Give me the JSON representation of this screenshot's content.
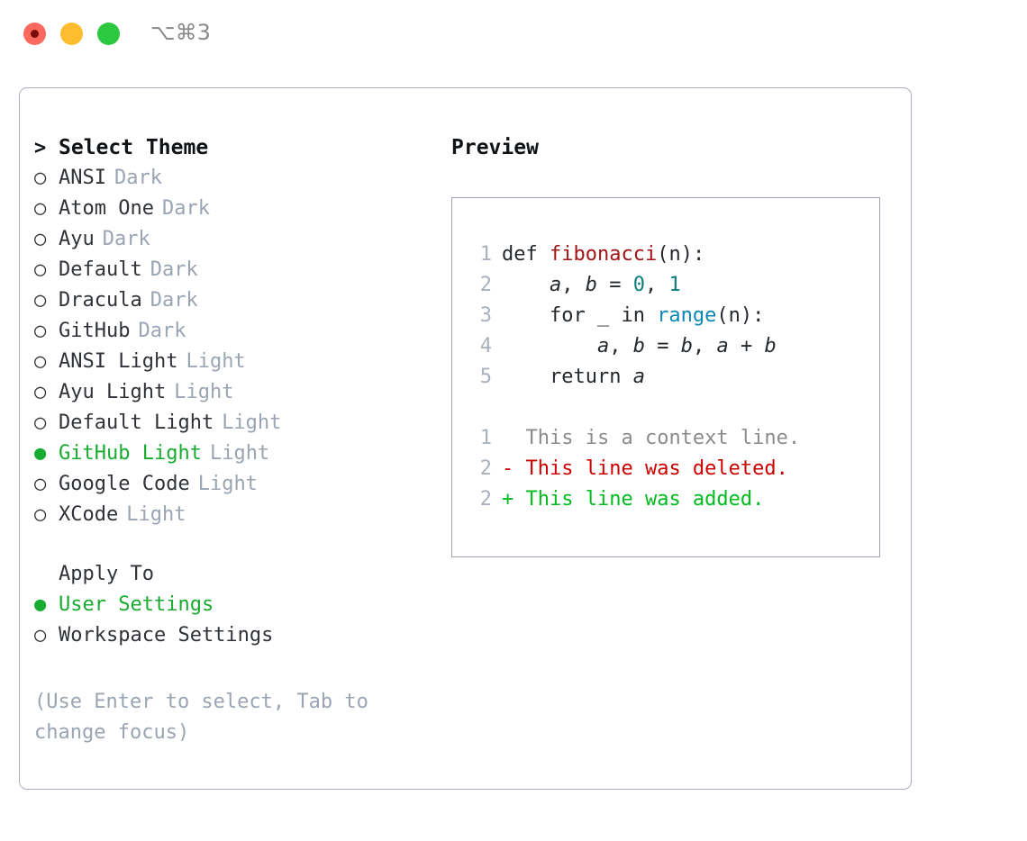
{
  "window": {
    "shortcut": "⌥⌘3",
    "traffic_lights": [
      "close-red",
      "minimize-yellow",
      "maximize-green"
    ],
    "colors": {
      "red": "#fc6a5f",
      "yellow": "#fdbd2e",
      "green": "#2bc840",
      "accent_green": "#17ab30",
      "muted": "#9aa4b2",
      "border": "#aab2bf"
    }
  },
  "theme_picker": {
    "header_marker": ">",
    "header": "Select Theme",
    "items": [
      {
        "marker": "○",
        "label": "ANSI",
        "tag": "Dark",
        "selected": false
      },
      {
        "marker": "○",
        "label": "Atom One",
        "tag": "Dark",
        "selected": false
      },
      {
        "marker": "○",
        "label": "Ayu",
        "tag": "Dark",
        "selected": false
      },
      {
        "marker": "○",
        "label": "Default",
        "tag": "Dark",
        "selected": false
      },
      {
        "marker": "○",
        "label": "Dracula",
        "tag": "Dark",
        "selected": false
      },
      {
        "marker": "○",
        "label": "GitHub",
        "tag": "Dark",
        "selected": false
      },
      {
        "marker": "○",
        "label": "ANSI Light",
        "tag": "Light",
        "selected": false
      },
      {
        "marker": "○",
        "label": "Ayu Light",
        "tag": "Light",
        "selected": false
      },
      {
        "marker": "○",
        "label": "Default Light",
        "tag": "Light",
        "selected": false
      },
      {
        "marker": "●",
        "label": "GitHub Light",
        "tag": "Light",
        "selected": true
      },
      {
        "marker": "○",
        "label": "Google Code",
        "tag": "Light",
        "selected": false
      },
      {
        "marker": "○",
        "label": "XCode",
        "tag": "Light",
        "selected": false
      }
    ]
  },
  "apply_to": {
    "header": "Apply To",
    "options": [
      {
        "marker": "●",
        "label": "User Settings",
        "selected": true
      },
      {
        "marker": "○",
        "label": "Workspace Settings",
        "selected": false
      }
    ]
  },
  "hint": "(Use Enter to select, Tab to change focus)",
  "preview": {
    "title": "Preview",
    "code_lines": [
      {
        "number": "1",
        "tokens": [
          {
            "text": "def ",
            "style": "plain"
          },
          {
            "text": "fibonacci",
            "style": "func"
          },
          {
            "text": "(n):",
            "style": "plain"
          }
        ]
      },
      {
        "number": "2",
        "tokens": [
          {
            "text": "    ",
            "style": "plain"
          },
          {
            "text": "a",
            "style": "var"
          },
          {
            "text": ", ",
            "style": "plain"
          },
          {
            "text": "b",
            "style": "var"
          },
          {
            "text": " = ",
            "style": "plain"
          },
          {
            "text": "0",
            "style": "num"
          },
          {
            "text": ", ",
            "style": "plain"
          },
          {
            "text": "1",
            "style": "num"
          }
        ]
      },
      {
        "number": "3",
        "tokens": [
          {
            "text": "    for _ in ",
            "style": "plain"
          },
          {
            "text": "range",
            "style": "builtin"
          },
          {
            "text": "(n):",
            "style": "plain"
          }
        ]
      },
      {
        "number": "4",
        "tokens": [
          {
            "text": "        ",
            "style": "plain"
          },
          {
            "text": "a",
            "style": "var"
          },
          {
            "text": ", ",
            "style": "plain"
          },
          {
            "text": "b",
            "style": "var"
          },
          {
            "text": " = ",
            "style": "plain"
          },
          {
            "text": "b",
            "style": "var"
          },
          {
            "text": ", ",
            "style": "plain"
          },
          {
            "text": "a",
            "style": "var"
          },
          {
            "text": " + ",
            "style": "plain"
          },
          {
            "text": "b",
            "style": "var"
          }
        ]
      },
      {
        "number": "5",
        "tokens": [
          {
            "text": "    return ",
            "style": "plain"
          },
          {
            "text": "a",
            "style": "var"
          }
        ]
      }
    ],
    "diff_lines": [
      {
        "number": "1",
        "sign": " ",
        "text": "This is a context line.",
        "kind": "context"
      },
      {
        "number": "2",
        "sign": "-",
        "text": "This line was deleted.",
        "kind": "deleted"
      },
      {
        "number": "2",
        "sign": "+",
        "text": "This line was added.",
        "kind": "added"
      }
    ]
  }
}
